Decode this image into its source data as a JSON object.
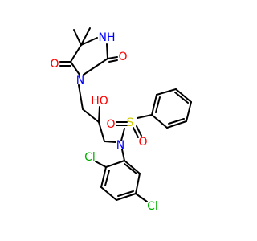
{
  "molecule": {
    "colors": {
      "bond": "#000000",
      "C": "#000000",
      "N": "#0000FF",
      "O": "#FF0000",
      "S": "#CCCC00",
      "Cl": "#00B000"
    },
    "atom_labels": {
      "nh_ring": "NH",
      "n_ring": "N",
      "o_ring_left": "O",
      "o_ring_right": "O",
      "oh": "HO",
      "n_sulfonamide": "N",
      "s": "S",
      "o_s_left": "O",
      "o_s_bottom": "O",
      "cl_top": "Cl",
      "cl_bottom": "Cl"
    }
  }
}
